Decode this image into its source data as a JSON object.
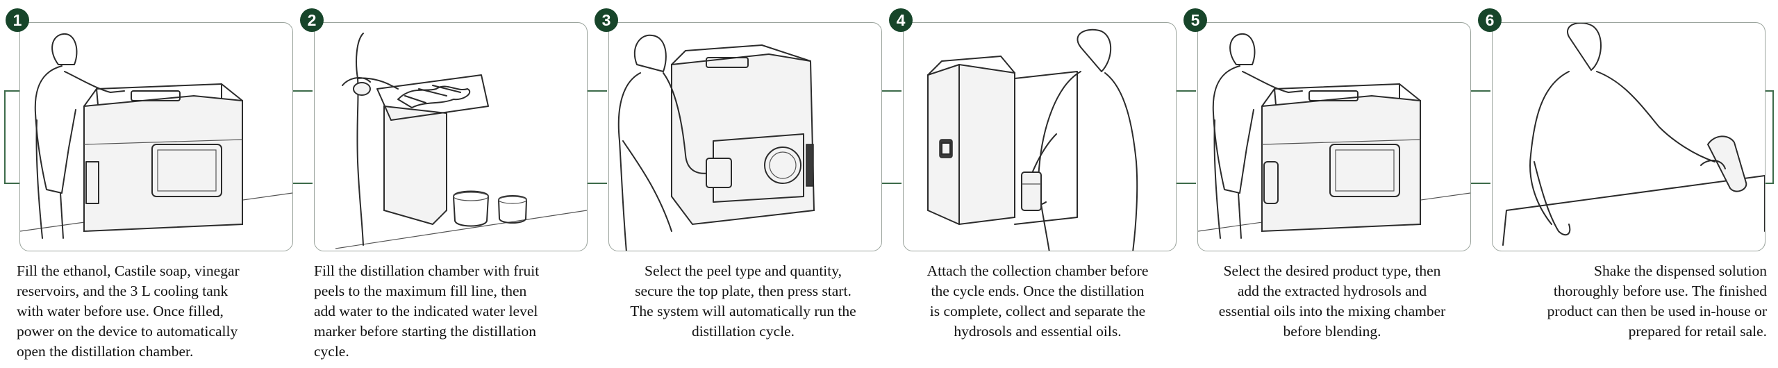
{
  "steps": [
    {
      "number": "1",
      "caption": "Fill the ethanol, Castile soap, vinegar\nreservoirs, and the 3 L cooling tank\nwith water before use. Once filled,\npower on the device to automatically\nopen the distillation chamber."
    },
    {
      "number": "2",
      "caption": "Fill the distillation chamber with fruit\npeels to the maximum fill line, then\nadd water to the indicated water level\nmarker before starting the distillation\ncycle."
    },
    {
      "number": "3",
      "caption": "Select the peel type and quantity,\nsecure the top plate, then press start.\nThe system will automatically run the\ndistillation cycle."
    },
    {
      "number": "4",
      "caption": "Attach the collection chamber before\nthe cycle ends. Once the distillation\nis complete, collect and separate the\nhydrosols and essential oils."
    },
    {
      "number": "5",
      "caption": "Select the desired product type, then\nadd the extracted hydrosols and\nessential oils into the mixing chamber\nbefore blending."
    },
    {
      "number": "6",
      "caption": "Shake the dispensed solution\nthoroughly before use. The finished\nproduct can then be used in-house or\nprepared for retail sale."
    }
  ],
  "colors": {
    "accent": "#17452a",
    "connector": "#3d6b4a",
    "panel_border": "#9aa39c"
  }
}
